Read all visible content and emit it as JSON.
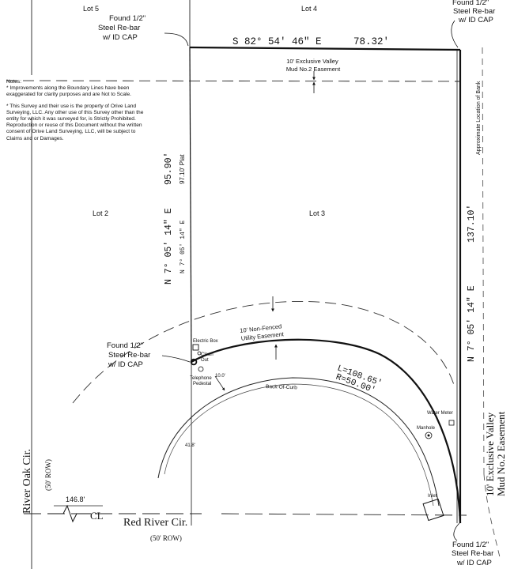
{
  "lots": {
    "lot5": "Lot 5",
    "lot4": "Lot 4",
    "lot2": "Lot 2",
    "lot3": "Lot 3"
  },
  "rebar": {
    "line1": "Found 1/2\"",
    "line2": "Steel Re-bar",
    "line3": "w/ ID CAP"
  },
  "bearings": {
    "north_line": "S 82° 54' 46\" E",
    "north_dist": "78.32'",
    "west_line": "N 7° 05' 14\" E",
    "west_dist": "95.90'",
    "west_inner": "N 7° 05' 14\" E",
    "west_plat": "97.10' Plat",
    "east_line": "N 7° 05' 14\" E",
    "east_dist": "137.10'"
  },
  "easements": {
    "north_1": "10' Exclusive Valley",
    "north_2": "Mud No.2 Easement",
    "east_1": "10' Exclusive Valley",
    "east_2": "Mud No.2 Easement",
    "utility_1": "10' Non-Fenced",
    "utility_2": "Utility Easement"
  },
  "bank": "Approximate Location of Bank",
  "curve": {
    "length": "L=108.65'",
    "radius": "R=50.00'"
  },
  "features": {
    "electric_box": "Electric Box",
    "clean_out_1": "Clean",
    "clean_out_2": "Out",
    "telephone_1": "Telephone",
    "telephone_2": "Pedestal",
    "back_of_curb": "Back-Of-Curb",
    "water_meter": "Water Meter",
    "manhole": "Manhole",
    "inlet": "Inlet",
    "dim_10": "10.0'",
    "dim_41": "41.8'",
    "dim_146": "146.8'"
  },
  "streets": {
    "river_oak": "River Oak Cir.",
    "river_oak_row": "(50' ROW)",
    "red_river": "Red River Cir.",
    "red_river_row": "(50' ROW)",
    "centerline": "CL"
  },
  "notes": {
    "title": "Notes:",
    "n1": "* Improvements along the Boundary Lines have been exaggerated for clarity purposes and are Not to Scale.",
    "n2": "* This Survey and their use is the property of Orive Land Surveying, LLC. Any other use of this Survey other than the entity for which it was surveyed for, is Strictly Prohibited. Reproduction or reuse of this Document without the written consent of Orive Land Surveying, LLC, will be subject to Claims and or Damages."
  }
}
